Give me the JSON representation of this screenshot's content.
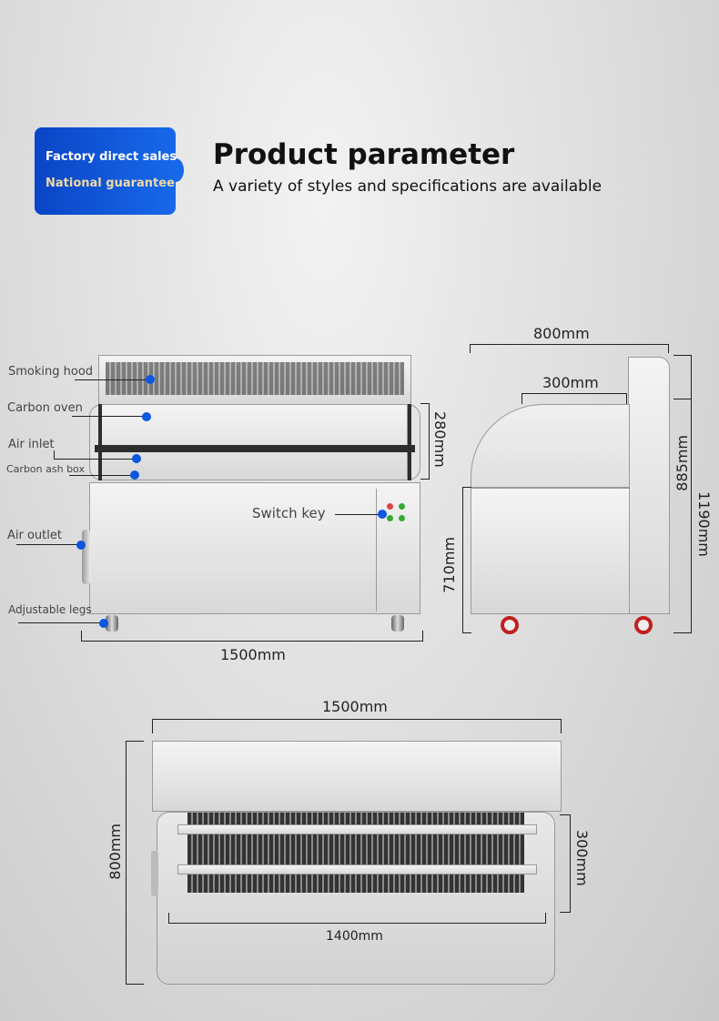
{
  "badge": {
    "line1": "Factory direct sales",
    "line2": "National guarantee"
  },
  "header": {
    "title": "Product parameter",
    "subtitle": "A variety of styles and specifications are available"
  },
  "front_view": {
    "labels": [
      "Smoking hood",
      "Carbon oven",
      "Air inlet",
      "Carbon ash box",
      "Air outlet",
      "Adjustable legs",
      "Switch key"
    ],
    "width": "1500mm",
    "oven_height": "280mm"
  },
  "side_view": {
    "depth": "800mm",
    "hood_depth": "300mm",
    "counter_height": "885mm",
    "total_height": "1190mm",
    "base_height": "710mm"
  },
  "top_view": {
    "width": "1500mm",
    "depth": "800mm",
    "grill_depth": "300mm",
    "grill_width": "1400mm"
  },
  "colors": {
    "accent": "#0b57e0",
    "badge": "#1769ea",
    "badge_gold": "#f0d9a6"
  }
}
